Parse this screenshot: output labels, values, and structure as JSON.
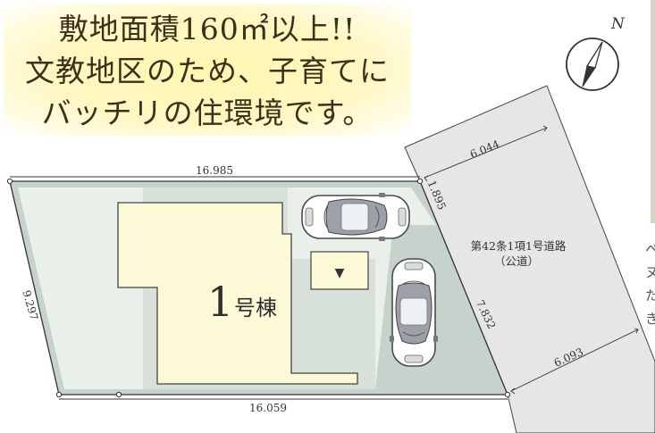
{
  "headline": {
    "line1": "敷地面積160㎡以上!!",
    "line2": "文教地区のため、子育てに",
    "line3": "バッチリの住環境です。"
  },
  "compass": {
    "north_label": "N"
  },
  "site": {
    "dimensions": {
      "top": "16.985",
      "bottom": "16.059",
      "left": "9.297",
      "diag_short": "1.895",
      "diag_long": "7.832"
    },
    "building_label_number": "1",
    "building_label_suffix": "号棟",
    "entrance_marker": "▼"
  },
  "road": {
    "label_line1": "第42条1項1号道路",
    "label_line2": "（公道）",
    "width_top": "6.044",
    "width_bottom": "6.093"
  },
  "side_text": [
    "ベ",
    "ヌ",
    "た",
    "き"
  ],
  "colors": {
    "lot_green": "#c6d3cc",
    "lot_light": "#e9efe9",
    "building": "#fbf9d6",
    "road": "#e6e6e6"
  }
}
